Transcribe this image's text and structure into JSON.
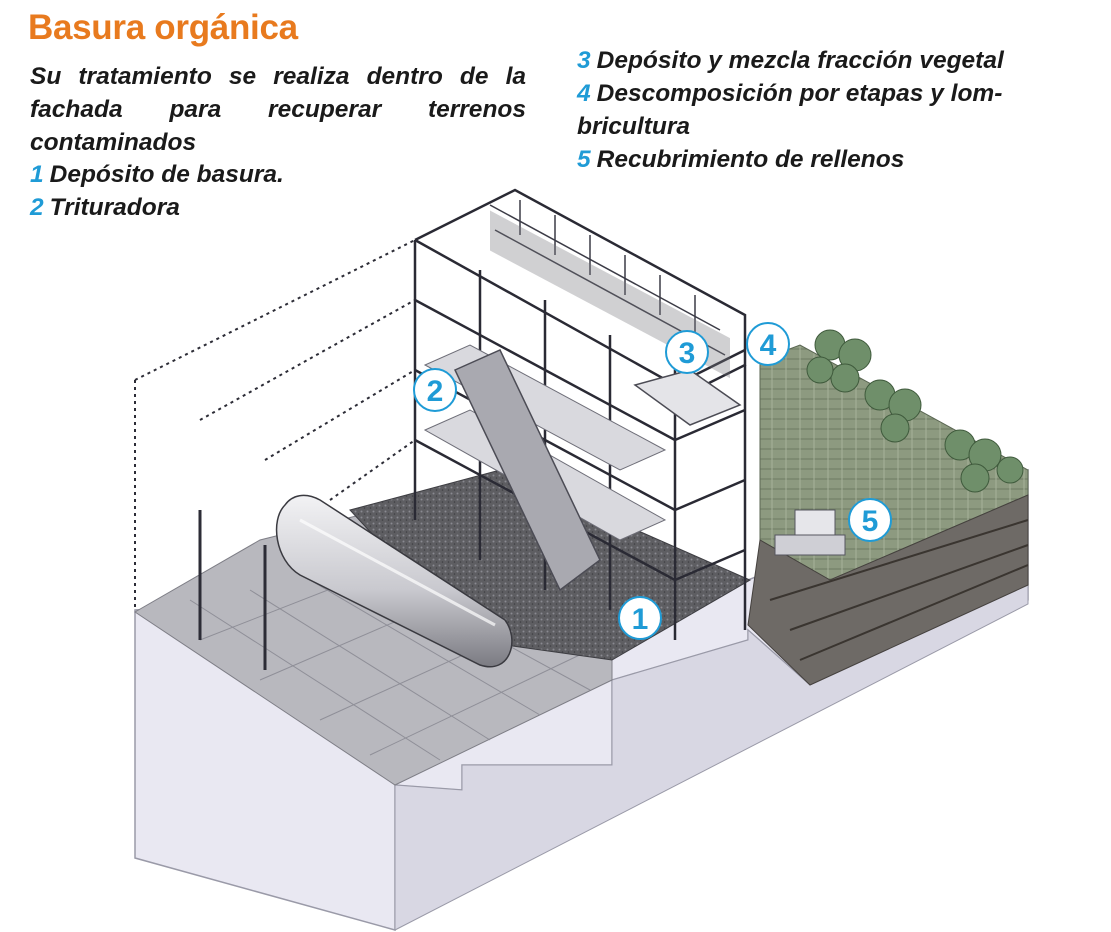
{
  "title": "Basura orgánica",
  "intro": "Su tratamiento se realiza dentro de la fachada para recuperar terrenos contaminados",
  "legend": [
    {
      "num": "1",
      "text": "Depósito de basura."
    },
    {
      "num": "2",
      "text": "Trituradora"
    },
    {
      "num": "3",
      "text": "Depósito y mezcla fracción vegetal"
    },
    {
      "num": "4",
      "text": "Descomposición por etapas y lom-bricultura"
    },
    {
      "num": "5",
      "text": "Recubrimiento de rellenos"
    }
  ],
  "badges": [
    "1",
    "2",
    "3",
    "4",
    "5"
  ],
  "colors": {
    "title": "#e87a1e",
    "accent": "#1f9bd6",
    "text": "#1a1a1a"
  }
}
